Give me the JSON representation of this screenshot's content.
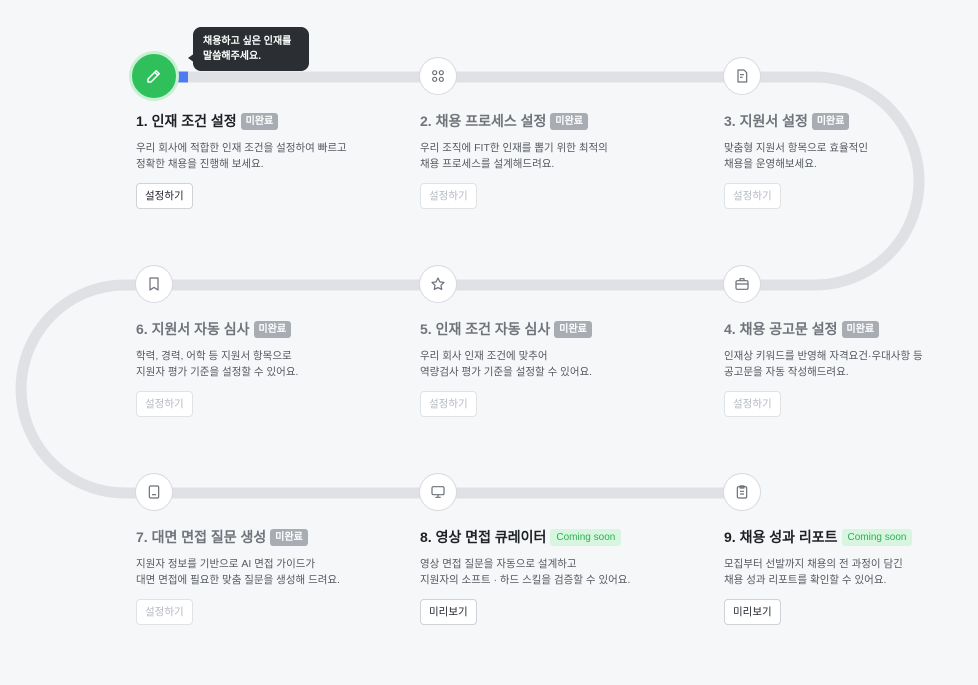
{
  "tooltip": "채용하고 싶은 인재를\n말씀해주세요.",
  "colors": {
    "track": "#dfe1e5",
    "progress": "#4d7cf2",
    "active": "#2fbf5b",
    "badge": "#a8adb4",
    "coming_soon": "#2fae54"
  },
  "steps": [
    {
      "title": "1. 인재 조건 설정",
      "badge": "미완료",
      "badge_type": "incomplete",
      "desc": "우리 회사에 적합한 인재 조건을 설정하여 빠르고\n정확한 채용을 진행해 보세요.",
      "button": "설정하기",
      "button_enabled": true,
      "icon": "pencil-icon",
      "active": true
    },
    {
      "title": "2. 채용 프로세스 설정",
      "badge": "미완료",
      "badge_type": "incomplete",
      "desc": "우리 조직에 FIT한 인재를 뽑기 위한 최적의\n채용 프로세스를 설계해드려요.",
      "button": "설정하기",
      "button_enabled": false,
      "icon": "apps-icon"
    },
    {
      "title": "3. 지원서 설정",
      "badge": "미완료",
      "badge_type": "incomplete",
      "desc": "맞춤형 지원서 항목으로 효율적인\n채용을 운영해보세요.",
      "button": "설정하기",
      "button_enabled": false,
      "icon": "document-edit-icon"
    },
    {
      "title": "4. 채용 공고문 설정",
      "badge": "미완료",
      "badge_type": "incomplete",
      "desc": "인재상 키워드를 반영해 자격요건·우대사항 등\n공고문을 자동 작성해드려요.",
      "button": "설정하기",
      "button_enabled": false,
      "icon": "briefcase-icon"
    },
    {
      "title": "5. 인재 조건 자동 심사",
      "badge": "미완료",
      "badge_type": "incomplete",
      "desc": "우리 회사 인재 조건에 맞추어\n역량검사 평가 기준을 설정할 수 있어요.",
      "button": "설정하기",
      "button_enabled": false,
      "icon": "star-icon"
    },
    {
      "title": "6. 지원서 자동 심사",
      "badge": "미완료",
      "badge_type": "incomplete",
      "desc": "학력, 경력, 어학 등 지원서 항목으로\n지원자 평가 기준을 설정할 수 있어요.",
      "button": "설정하기",
      "button_enabled": false,
      "icon": "bookmark-icon"
    },
    {
      "title": "7. 대면 면접 질문 생성",
      "badge": "미완료",
      "badge_type": "incomplete",
      "desc": "지원자 정보를 기반으로 AI 면접 가이드가\n대면 면접에 필요한 맞춤 질문을 생성해 드려요.",
      "button": "설정하기",
      "button_enabled": false,
      "icon": "book-icon"
    },
    {
      "title": "8. 영상 면접 큐레이터",
      "badge": "Coming soon",
      "badge_type": "soon",
      "desc": "영상 면접 질문을 자동으로 설계하고\n지원자의 소프트 · 하드 스킬을 검증할 수 있어요.",
      "button": "미리보기",
      "button_enabled": true,
      "icon": "monitor-icon"
    },
    {
      "title": "9. 채용 성과 리포트",
      "badge": "Coming soon",
      "badge_type": "soon",
      "desc": "모집부터 선발까지 채용의 전 과정이 담긴\n채용 성과 리포트를 확인할 수 있어요.",
      "button": "미리보기",
      "button_enabled": true,
      "icon": "clipboard-icon"
    }
  ]
}
